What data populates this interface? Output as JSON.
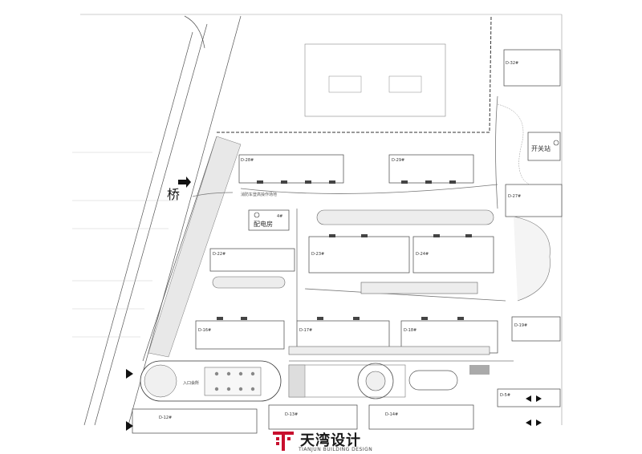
{
  "labels": {
    "bridge": "桥",
    "power_room": "配电房",
    "power_room_no": "4#",
    "switch_station": "开关站",
    "entrance_club": "入口会所",
    "fire_truck_road": "消防车登高操作场地"
  },
  "buildings": [
    "D-28#",
    "D-29#",
    "D-32#",
    "D-27#",
    "D-22#",
    "D-23#",
    "D-24#",
    "D-16#",
    "D-17#",
    "D-18#",
    "D-19#",
    "D-5#",
    "D-12#",
    "D-13#",
    "D-14#"
  ],
  "logo": {
    "brand": "天湾设计",
    "brand_en": "TIANJUN BUILDING DESIGN",
    "color": "#c8102e"
  }
}
